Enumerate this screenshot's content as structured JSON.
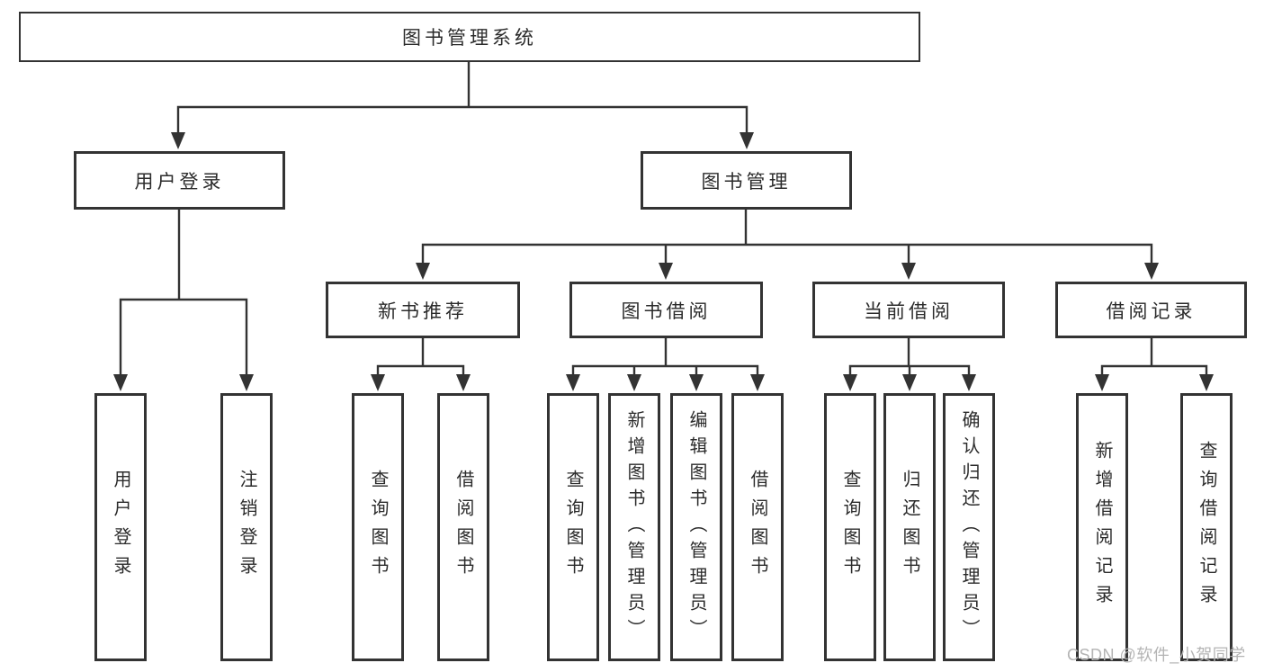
{
  "page": {
    "background": "#ffffff",
    "line_color": "#333333",
    "text_color": "#2b2b2b"
  },
  "watermark": {
    "text": "CSDN @软件_小贺同学",
    "color": "#b4b4b4"
  },
  "tree": {
    "root": {
      "label": "图书管理系统"
    },
    "branches": [
      {
        "label": "用户登录",
        "children": [
          {
            "label": "用户登录"
          },
          {
            "label": "注销登录"
          }
        ]
      },
      {
        "label": "图书管理",
        "children": [
          {
            "label": "新书推荐",
            "children": [
              {
                "label": "查询图书"
              },
              {
                "label": "借阅图书"
              }
            ]
          },
          {
            "label": "图书借阅",
            "children": [
              {
                "label": "查询图书"
              },
              {
                "label": "新增图书（管理员）"
              },
              {
                "label": "编辑图书（管理员）"
              },
              {
                "label": "借阅图书"
              }
            ]
          },
          {
            "label": "当前借阅",
            "children": [
              {
                "label": "查询图书"
              },
              {
                "label": "归还图书"
              },
              {
                "label": "确认归还（管理员）"
              }
            ]
          },
          {
            "label": "借阅记录",
            "children": [
              {
                "label": "新增借阅记录"
              },
              {
                "label": "查询借阅记录"
              }
            ]
          }
        ]
      }
    ]
  }
}
